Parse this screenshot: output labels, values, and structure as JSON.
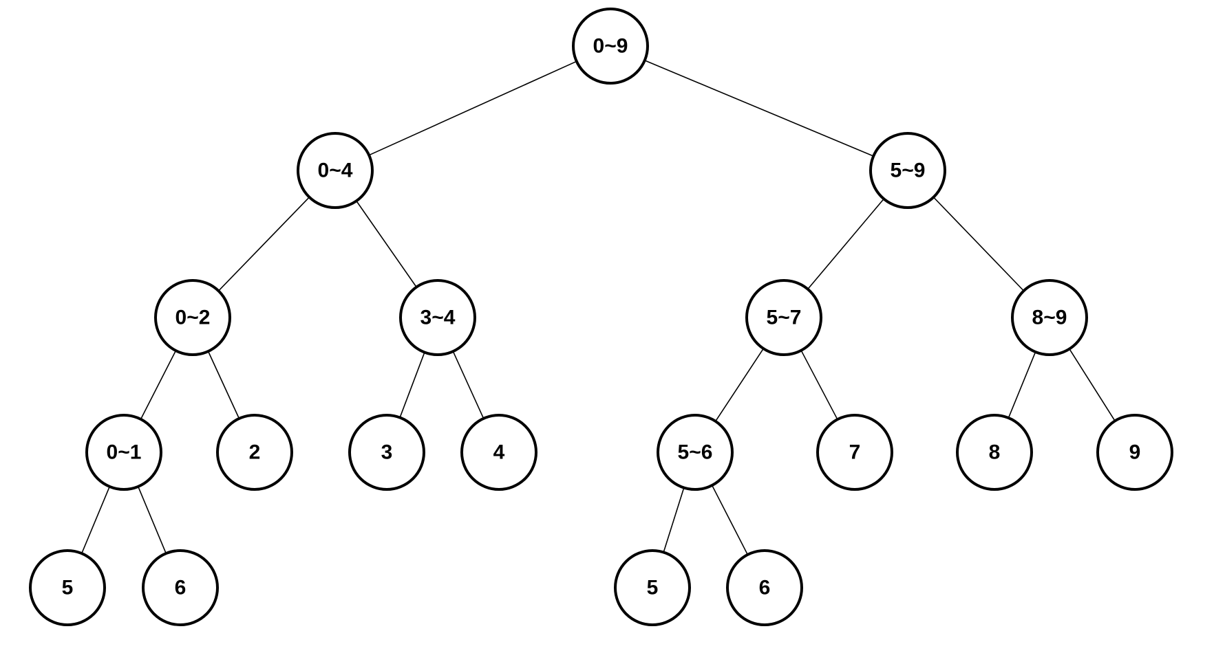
{
  "diagram": {
    "type": "binary-tree",
    "stroke_color": "#000000",
    "fill_color": "#ffffff",
    "nodes": [
      {
        "id": "n0",
        "label": "0~9"
      },
      {
        "id": "n1",
        "label": "0~4"
      },
      {
        "id": "n2",
        "label": "5~9"
      },
      {
        "id": "n3",
        "label": "0~2"
      },
      {
        "id": "n4",
        "label": "3~4"
      },
      {
        "id": "n5",
        "label": "5~7"
      },
      {
        "id": "n6",
        "label": "8~9"
      },
      {
        "id": "n7",
        "label": "0~1"
      },
      {
        "id": "n8",
        "label": "2"
      },
      {
        "id": "n9",
        "label": "3"
      },
      {
        "id": "n10",
        "label": "4"
      },
      {
        "id": "n11",
        "label": "5~6"
      },
      {
        "id": "n12",
        "label": "7"
      },
      {
        "id": "n13",
        "label": "8"
      },
      {
        "id": "n14",
        "label": "9"
      },
      {
        "id": "n15",
        "label": "5"
      },
      {
        "id": "n16",
        "label": "6"
      },
      {
        "id": "n17",
        "label": "5"
      },
      {
        "id": "n18",
        "label": "6"
      }
    ],
    "edges": [
      {
        "from": "n0",
        "to": "n1"
      },
      {
        "from": "n0",
        "to": "n2"
      },
      {
        "from": "n1",
        "to": "n3"
      },
      {
        "from": "n1",
        "to": "n4"
      },
      {
        "from": "n2",
        "to": "n5"
      },
      {
        "from": "n2",
        "to": "n6"
      },
      {
        "from": "n3",
        "to": "n7"
      },
      {
        "from": "n3",
        "to": "n8"
      },
      {
        "from": "n4",
        "to": "n9"
      },
      {
        "from": "n4",
        "to": "n10"
      },
      {
        "from": "n5",
        "to": "n11"
      },
      {
        "from": "n5",
        "to": "n12"
      },
      {
        "from": "n6",
        "to": "n13"
      },
      {
        "from": "n6",
        "to": "n14"
      },
      {
        "from": "n7",
        "to": "n15"
      },
      {
        "from": "n7",
        "to": "n16"
      },
      {
        "from": "n11",
        "to": "n17"
      },
      {
        "from": "n11",
        "to": "n18"
      }
    ]
  }
}
